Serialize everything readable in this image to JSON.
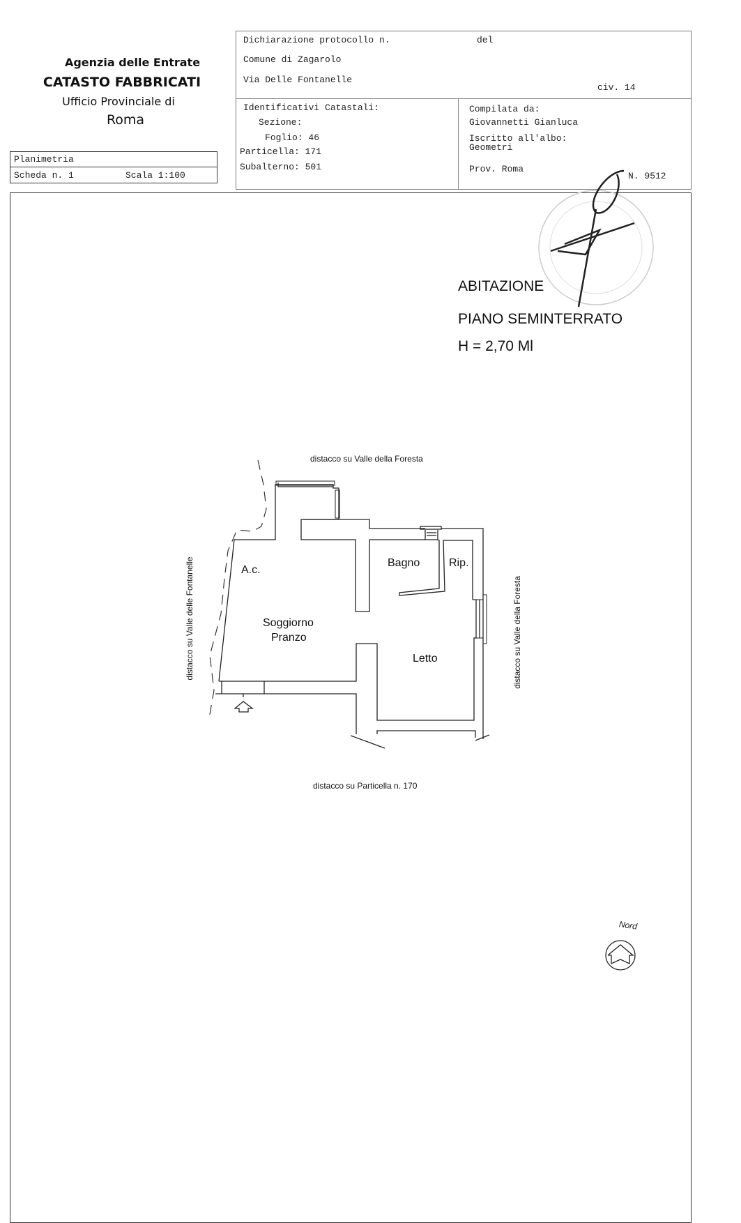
{
  "agency": {
    "line1": "Agenzia delle Entrate",
    "line2": "CATASTO FABBRICATI",
    "line3": "Ufficio Provinciale di",
    "line4": "Roma"
  },
  "sheet": {
    "type": "Planimetria",
    "scheda": "Scheda n. 1",
    "scala": "Scala 1:100"
  },
  "declaration": {
    "protocollo": "Dichiarazione protocollo n.",
    "del": "del",
    "comune": "Comune di Zagarolo",
    "via": "Via Delle Fontanelle",
    "civ": "civ. 14"
  },
  "identifiers": {
    "title": "Identificativi Catastali:",
    "sezione": "Sezione:",
    "foglio": "Foglio: 46",
    "particella": "Particella: 171",
    "subalterno": "Subalterno: 501"
  },
  "compiler": {
    "compilata": "Compilata da:",
    "name": "Giovannetti Gianluca",
    "albo": "Iscritto all'albo:",
    "albo_value": "Geometri",
    "prov": "Prov. Roma",
    "number": "N. 9512"
  },
  "plan": {
    "title1": "ABITAZIONE",
    "title2": "PIANO SEMINTERRATO",
    "title3": "H = 2,70 Ml",
    "top_label": "distacco su Valle della Foresta",
    "left_label": "distacco su Valle delle Fontanelle",
    "right_label": "distacco su Valle della Foresta",
    "bottom_label": "distacco su Particella n. 170",
    "rooms": {
      "ac": "A.c.",
      "bagno": "Bagno",
      "rip": "Rip.",
      "soggiorno": "Soggiorno",
      "pranzo": "Pranzo",
      "letto": "Letto"
    },
    "north": "Nord"
  }
}
